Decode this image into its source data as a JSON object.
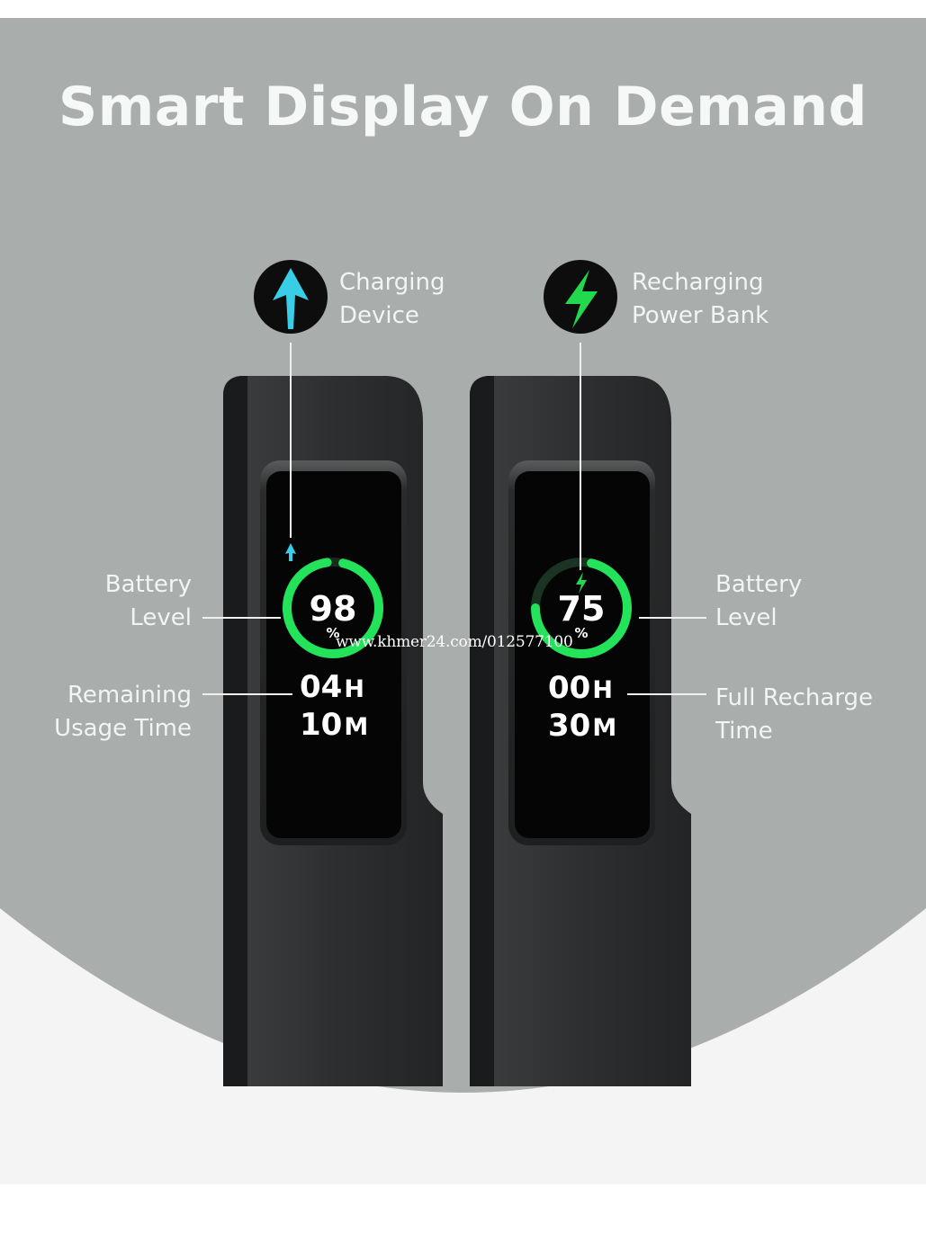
{
  "title": "Smart Display On Demand",
  "watermark": "www.khmer24.com/012577100",
  "colors": {
    "background_gray": "#a9adac",
    "floor": "#f4f4f5",
    "device_body": "#2b2c2d",
    "screen": "#050505",
    "ring_green": "#23e35a",
    "arrow_cyan": "#38cfe6",
    "bolt_green": "#22d94e"
  },
  "devices": [
    {
      "mode_label_line1": "Charging",
      "mode_label_line2": "Device",
      "mode_icon": "up-arrow-icon",
      "battery_label_line1": "Battery",
      "battery_label_line2": "Level",
      "battery_percent": 98,
      "battery_value": "98",
      "percent_sign": "%",
      "time_label_line1": "Remaining",
      "time_label_line2": "Usage Time",
      "hours": "04",
      "hours_unit": "H",
      "minutes": "10",
      "minutes_unit": "M"
    },
    {
      "mode_label_line1": "Recharging",
      "mode_label_line2": "Power Bank",
      "mode_icon": "lightning-bolt-icon",
      "battery_label_line1": "Battery",
      "battery_label_line2": "Level",
      "battery_percent": 75,
      "battery_value": "75",
      "percent_sign": "%",
      "time_label_line1": "Full Recharge",
      "time_label_line2": "Time",
      "hours": "00",
      "hours_unit": "H",
      "minutes": "30",
      "minutes_unit": "M"
    }
  ]
}
